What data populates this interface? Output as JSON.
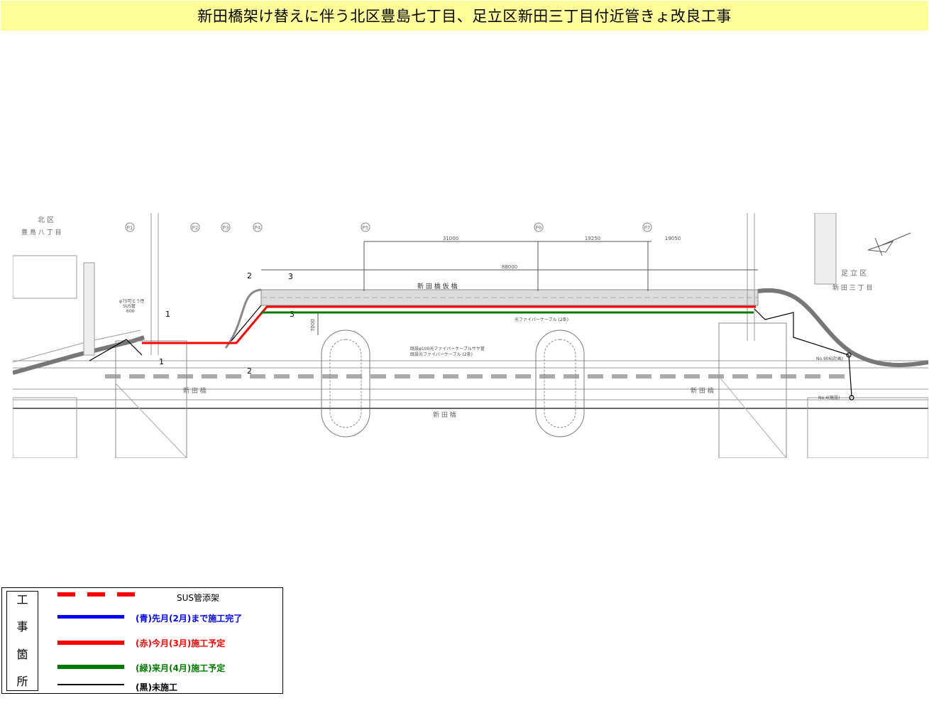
{
  "title": "新田橋架け替えに伴う北区豊島七丁目、足立区新田三丁目付近管きょ改良工事",
  "map": {
    "left_area": {
      "ward": "北 区",
      "district": "豊 島 八 丁 目"
    },
    "right_area": {
      "ward": "足 立 区",
      "district": "新 田 三 丁 目"
    },
    "temp_bridge": "新 田 橋 仮 橋",
    "bridge_labels": [
      "新 田 橋",
      "新 田 橋",
      "新 田 橋"
    ],
    "piers": [
      "P1",
      "P2",
      "P3",
      "P4",
      "P5",
      "P6",
      "P7"
    ],
    "dimensions": [
      "88000",
      "31000",
      "19250",
      "19050",
      "7000"
    ],
    "sections": [
      "2",
      "3",
      "3",
      "1",
      "1",
      "2"
    ],
    "sus_labels": [
      "φ75可とう性",
      "SUS管",
      "600"
    ],
    "cable_labels": [
      "光ファイバーケーブル (2条)",
      "既設φ100光ファイバーケーブルサヤ管",
      "既設光ファイバーケーブル (2条)"
    ],
    "manholes": [
      "No.906(計画)",
      "No.4(既設)"
    ],
    "colors": {
      "red": "#ff0000",
      "green": "#007a00",
      "blue": "#0000ff",
      "black": "#000000",
      "drawing": "#888888"
    }
  },
  "legend": {
    "side_label": [
      "工",
      "事",
      "箇",
      "所"
    ],
    "items": [
      {
        "label": "SUS管添架",
        "color": "#000000",
        "line": "dashed-red"
      },
      {
        "label": "(青)先月(2月)まで施工完了",
        "color": "#0000ff",
        "line": "blue"
      },
      {
        "label": "(赤)今月(3月)施工予定",
        "color": "#ff0000",
        "line": "red"
      },
      {
        "label": "(緑)来月(4月)施工予定",
        "color": "#007a00",
        "line": "green"
      },
      {
        "label": "(黒)未施工",
        "color": "#000000",
        "line": "black"
      }
    ]
  }
}
